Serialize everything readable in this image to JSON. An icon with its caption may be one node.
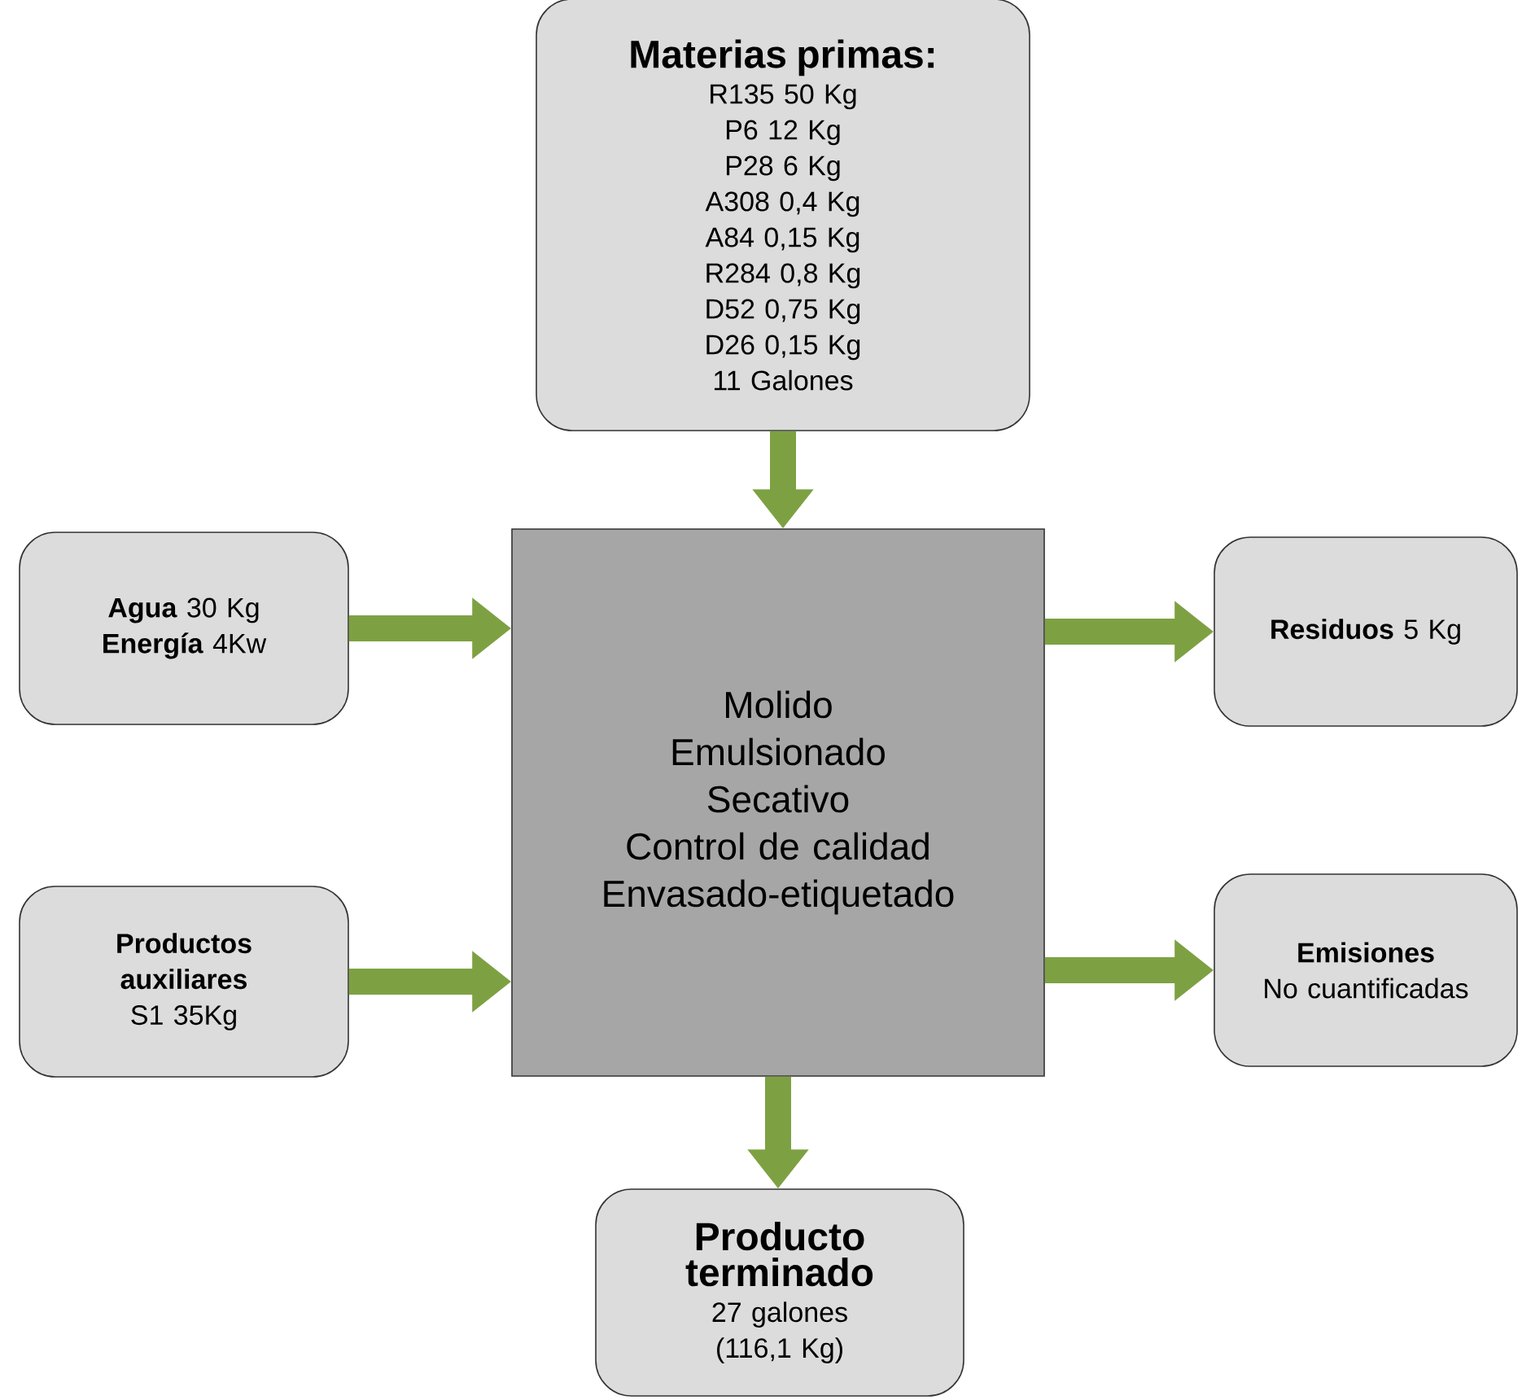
{
  "diagram": {
    "nodes": [
      {
        "text": [
          "Materias primas:",
          "R135 50 Kg",
          "P6 12 Kg",
          "P28 6 Kg",
          "A308 0,4 Kg",
          "A84 0,15 Kg",
          "R284 0,8 Kg",
          "D52 0,75 Kg",
          "D26 0,15 Kg",
          "11 Galones"
        ]
      },
      {
        "text": [
          "**Agua** 30 Kg",
          "**Energía** 4Kw"
        ]
      },
      {
        "text": [
          "Productos auxiliares",
          "S1 35Kg"
        ]
      },
      {
        "text": [
          "Molido",
          "Emulsionado",
          "Secativo",
          "Control de calidad",
          "Envasado-etiquetado"
        ]
      },
      {
        "text": [
          "**Residuos** 5 Kg"
        ]
      },
      {
        "text": [
          "Emisiones",
          "No cuantificadas"
        ]
      },
      {
        "text": [
          "Producto terminado",
          "27 galones",
          "(116,1 Kg)"
        ]
      }
    ],
    "edges": [
      {
        "from": 0,
        "to": 3,
        "arrow": "to"
      },
      {
        "from": 1,
        "to": 3,
        "arrow": "to"
      },
      {
        "from": 2,
        "to": 3,
        "arrow": "to"
      },
      {
        "from": 3,
        "to": 4,
        "arrow": "to"
      },
      {
        "from": 3,
        "to": 5,
        "arrow": "to"
      },
      {
        "from": 3,
        "to": 6,
        "arrow": "to"
      }
    ]
  }
}
